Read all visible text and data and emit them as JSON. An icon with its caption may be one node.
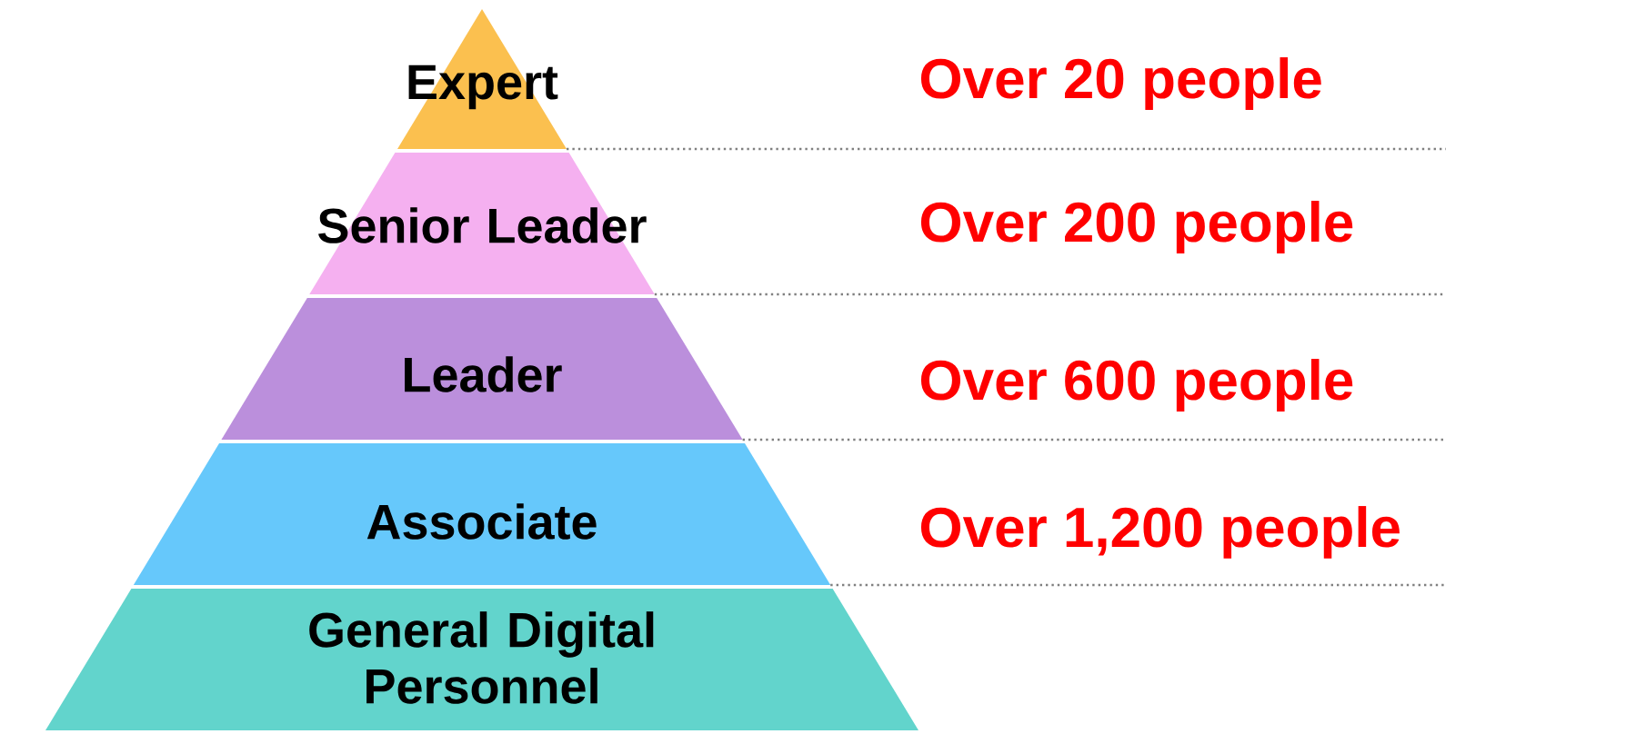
{
  "diagram": {
    "nodes": [
      {
        "text": [
          "Expert"
        ]
      },
      {
        "text": [
          "Senior Leader"
        ]
      },
      {
        "text": [
          "Leader"
        ]
      },
      {
        "text": [
          "Associate"
        ]
      },
      {
        "text": [
          "General Digital Personnel"
        ]
      }
    ],
    "labels": [
      "Over 20 people",
      "Over 200 people",
      "Over 600 people",
      "Over 1,200 people"
    ]
  }
}
